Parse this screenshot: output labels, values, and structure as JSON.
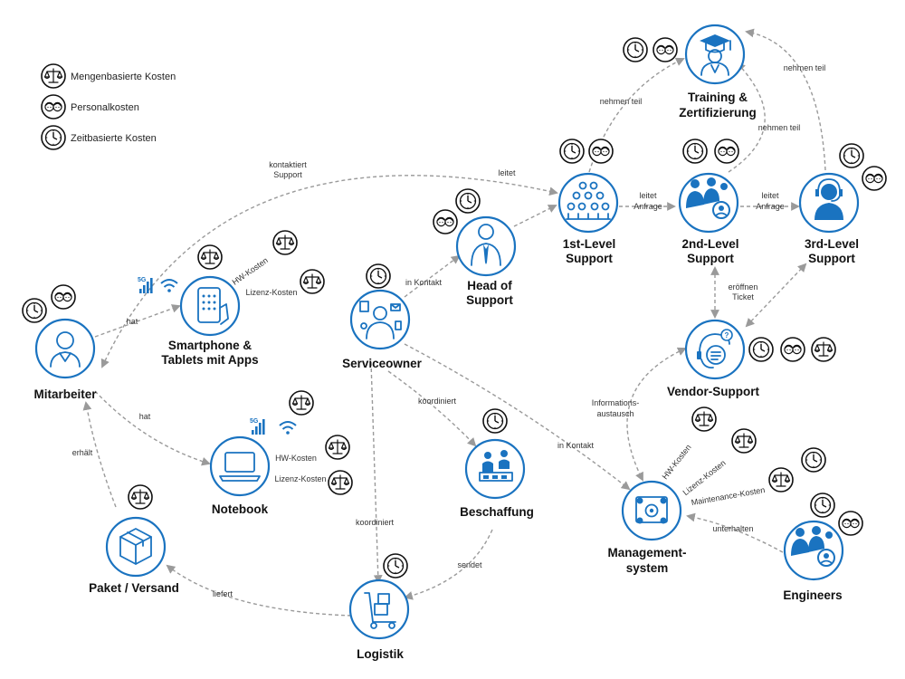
{
  "legend": {
    "quantity": "Mengenbasierte Kosten",
    "personnel": "Personalkosten",
    "time": "Zeitbasierte Kosten"
  },
  "nodes": {
    "mitarbeiter": "Mitarbeiter",
    "smartphone_1": "Smartphone &",
    "smartphone_2": "Tablets mit Apps",
    "notebook": "Notebook",
    "paket": "Paket / Versand",
    "serviceowner": "Serviceowner",
    "logistik": "Logistik",
    "beschaffung": "Beschaffung",
    "head_1": "Head of",
    "head_2": "Support",
    "first_1": "1st-Level",
    "first_2": "Support",
    "second_1": "2nd-Level",
    "second_2": "Support",
    "third_1": "3rd-Level",
    "third_2": "Support",
    "training_1": "Training &",
    "training_2": "Zertifizierung",
    "vendor": "Vendor-Support",
    "mgmt_1": "Management-",
    "mgmt_2": "system",
    "engineers": "Engineers"
  },
  "edges": {
    "kontaktiert_1": "kontaktiert",
    "kontaktiert_2": "Support",
    "leitet": "leitet",
    "hat_smartphone": "hat",
    "hat_notebook": "hat",
    "erhaelt": "erhält",
    "liefert": "liefert",
    "in_kontakt_head": "in Kontakt",
    "in_kontakt_mgmt": "in Kontakt",
    "koordiniert_beschaffung": "koordiniert",
    "koordiniert_logistik": "koordiniert",
    "sendet": "sendet",
    "leitet_anfrage_1a": "leitet",
    "leitet_anfrage_1b": "Anfrage",
    "leitet_anfrage_2a": "leitet",
    "leitet_anfrage_2b": "Anfrage",
    "nehmen_teil_1": "nehmen teil",
    "nehmen_teil_2": "nehmen teil",
    "nehmen_teil_3": "nehmen teil",
    "eroeffnen_1": "eröffnen",
    "eroeffnen_2": "Ticket",
    "info_1": "Informations-",
    "info_2": "austausch",
    "unterhalten": "unterhalten"
  },
  "cost_labels": {
    "hw_smartphone": "HW-Kosten",
    "lizenz_smartphone": "Lizenz-Kosten",
    "hw_notebook": "HW-Kosten",
    "lizenz_notebook": "Lizenz-Kosten",
    "hw_mgmt": "HW-Kosten",
    "lizenz_mgmt": "Lizenz-Kosten",
    "maintenance_mgmt": "Maintenance-Kosten"
  },
  "network": {
    "smartphone_5g": "5G",
    "notebook_5g": "5G"
  },
  "icons": {
    "quantity": "scale-icon",
    "personnel": "people-faces-icon",
    "time": "clock-icon"
  },
  "colors": {
    "accent": "#1a73c0",
    "edge": "#9a9a9a",
    "badge_stroke": "#111111"
  }
}
